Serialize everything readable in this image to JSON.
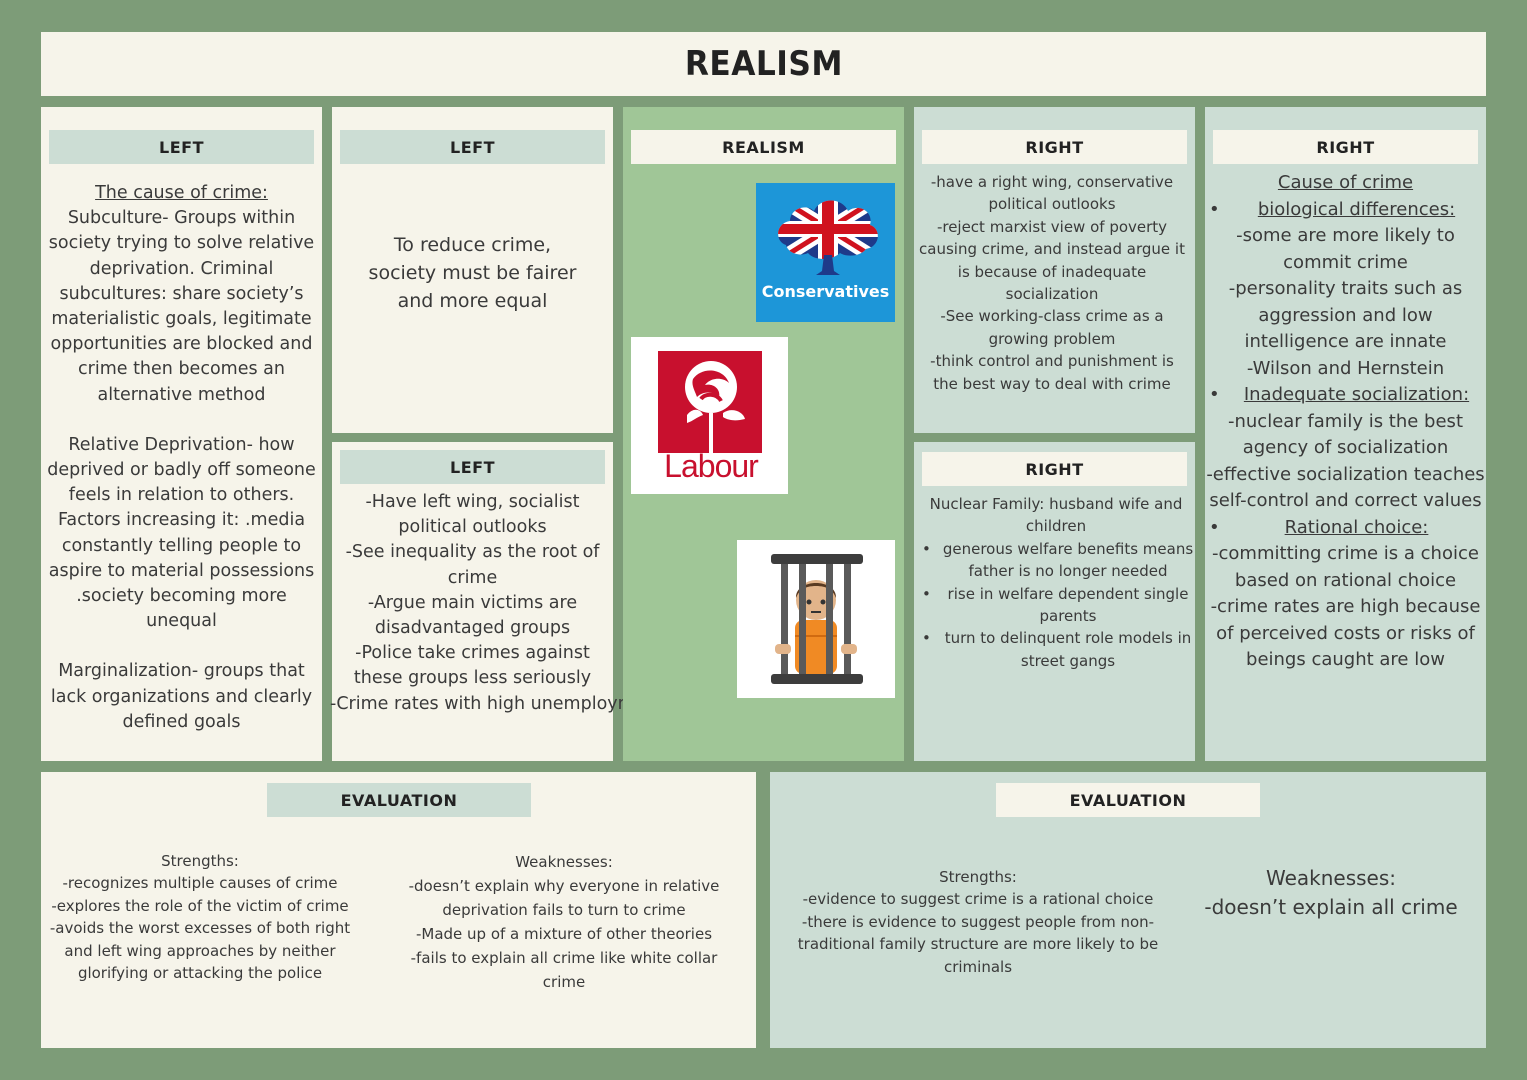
{
  "title": "REALISM",
  "left1": {
    "header": "LEFT",
    "cause_heading": "The cause of crime:",
    "paragraphs": [
      "Subculture- Groups within society trying to solve relative deprivation. Criminal subcultures: share society’s materialistic goals, legitimate opportunities are blocked and crime then becomes an alternative method",
      "Relative Deprivation- how deprived or badly off someone feels in relation to others. Factors increasing it: .media constantly telling people to aspire to material possessions .society becoming more unequal",
      "Marginalization- groups that lack organizations and clearly defined goals"
    ]
  },
  "left2": {
    "header": "LEFT",
    "text": "To reduce crime, society must be fairer and more equal"
  },
  "left3": {
    "header": "LEFT",
    "lines": [
      "-Have left wing, socialist political outlooks",
      "-See inequality as the root of crime",
      "-Argue main victims are disadvantaged groups",
      "-Police take crimes against these groups less seriously",
      "-Crime rates with high unemployment and deprivation"
    ]
  },
  "center": {
    "header": "REALISM",
    "conservatives_label": "Conservatives",
    "labour_label": "Labour",
    "colors": {
      "conservative_blue": "#1d96d8",
      "labour_red": "#c8102e"
    }
  },
  "right1": {
    "header": "RIGHT",
    "lines": [
      "-have a right wing, conservative political outlooks",
      "-reject marxist view of poverty causing crime, and instead argue it is because of inadequate socialization",
      "-See working-class crime as a growing problem",
      "-think control and punishment is the best way to deal with crime"
    ]
  },
  "right2": {
    "header": "RIGHT",
    "intro": "Nuclear Family: husband wife and children",
    "bullets": [
      "generous welfare benefits means father is no longer needed",
      "rise in welfare dependent single parents",
      "turn to delinquent role models in street gangs"
    ]
  },
  "right3": {
    "header": "RIGHT",
    "heading": "Cause of crime",
    "sections": [
      {
        "title": "biological differences:",
        "lines": [
          "-some are more likely to commit crime",
          "-personality traits such as aggression and low intelligence are innate",
          "-Wilson and Hernstein"
        ]
      },
      {
        "title": "Inadequate socialization:",
        "lines": [
          "-nuclear family is the best agency of socialization",
          "-effective socialization teaches self-control and correct values"
        ]
      },
      {
        "title": "Rational choice:",
        "lines": [
          "-committing crime is a choice based on rational choice",
          "-crime rates are high because of perceived costs or risks of beings caught are low"
        ]
      }
    ]
  },
  "eval_left": {
    "header": "EVALUATION",
    "strengths_title": "Strengths:",
    "strengths": [
      "-recognizes multiple causes of crime",
      "-explores the role of the victim of crime",
      "-avoids the worst excesses of both right and left wing approaches by neither glorifying or attacking the police"
    ],
    "weaknesses_title": "Weaknesses:",
    "weaknesses": [
      "-doesn’t explain why everyone in relative deprivation fails to turn to crime",
      "-Made up of a mixture of other theories",
      "-fails to explain all crime like white collar crime"
    ]
  },
  "eval_right": {
    "header": "EVALUATION",
    "strengths_title": "Strengths:",
    "strengths": [
      "-evidence to suggest crime is a rational choice",
      "-there is evidence to suggest people from non-traditional family structure are more likely to be criminals"
    ],
    "weaknesses_title": "Weaknesses:",
    "weaknesses": [
      "-doesn’t explain all crime"
    ]
  }
}
